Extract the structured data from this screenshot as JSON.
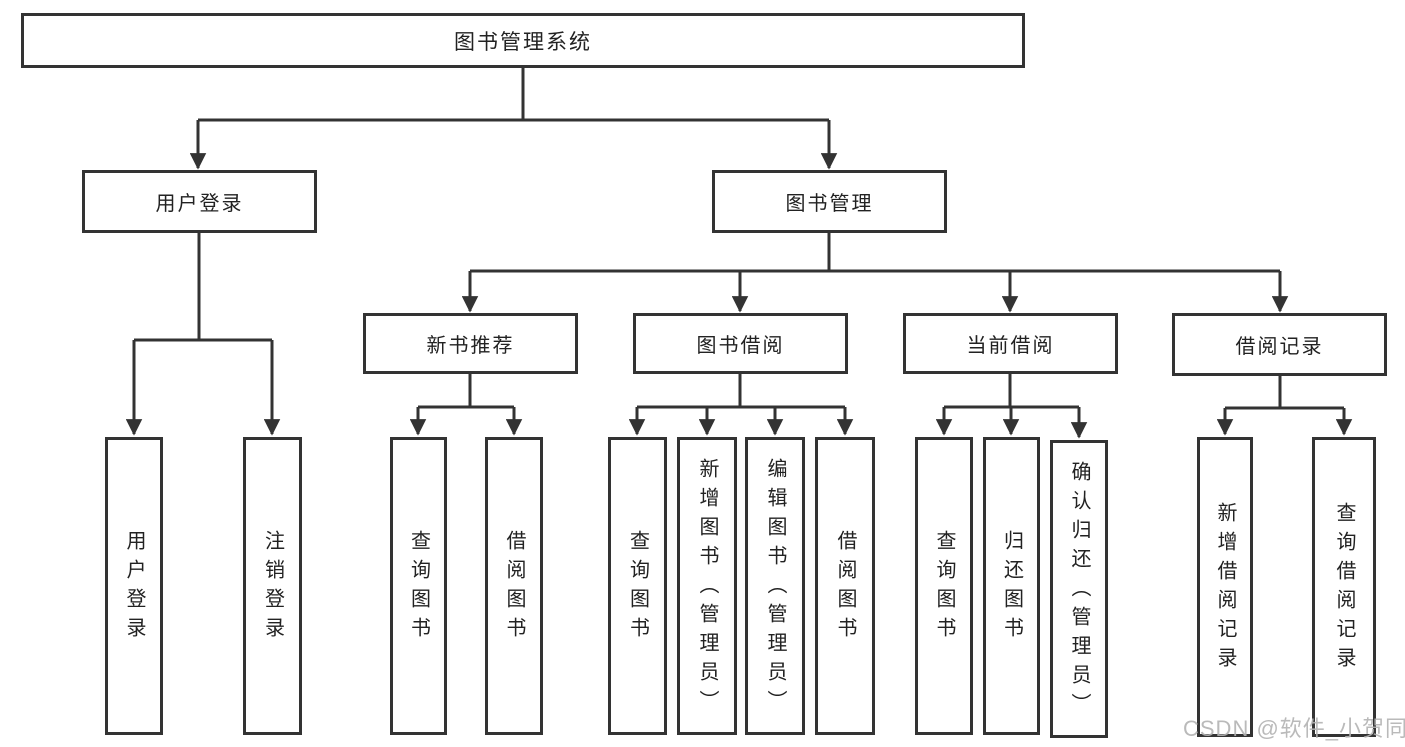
{
  "tree": {
    "root": {
      "label": "图书管理系统",
      "children": [
        {
          "label": "用户登录",
          "children": [
            {
              "label": "用户登录"
            },
            {
              "label": "注销登录"
            }
          ]
        },
        {
          "label": "图书管理",
          "children": [
            {
              "label": "新书推荐",
              "children": [
                {
                  "label": "查询图书"
                },
                {
                  "label": "借阅图书"
                }
              ]
            },
            {
              "label": "图书借阅",
              "children": [
                {
                  "label": "查询图书"
                },
                {
                  "label": "新增图书（管理员）"
                },
                {
                  "label": "编辑图书（管理员）"
                },
                {
                  "label": "借阅图书"
                }
              ]
            },
            {
              "label": "当前借阅",
              "children": [
                {
                  "label": "查询图书"
                },
                {
                  "label": "归还图书"
                },
                {
                  "label": "确认归还（管理员）"
                }
              ]
            },
            {
              "label": "借阅记录",
              "children": [
                {
                  "label": "新增借阅记录"
                },
                {
                  "label": "查询借阅记录"
                }
              ]
            }
          ]
        }
      ]
    }
  },
  "watermark": {
    "text": "CSDN @软件_小贺同学"
  },
  "colors": {
    "line": "#333333",
    "box_border": "#333333",
    "box_fill": "#ffffff",
    "background": "#ffffff",
    "watermark": "#b3b3b3"
  }
}
